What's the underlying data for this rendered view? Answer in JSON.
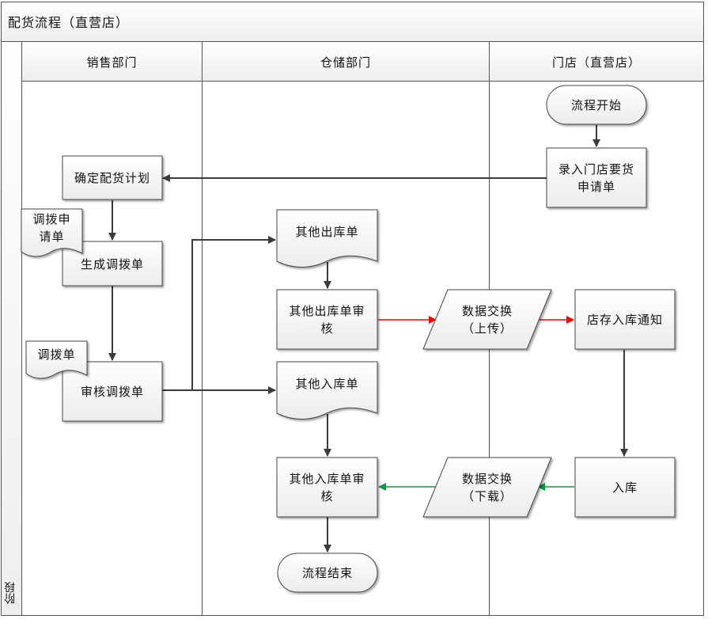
{
  "diagram_title": "配货流程（直营店）",
  "phase_label": "阶段",
  "lanes": [
    "销售部门",
    "仓储部门",
    "门店（直营店）"
  ],
  "nodes": {
    "start": "流程开始",
    "entry_request": "录入门店要货\n申请单",
    "confirm_plan": "确定配货计划",
    "transfer_request_doc": "调拨申\n请单",
    "generate_transfer": "生成调拨单",
    "transfer_doc": "调拨单",
    "audit_transfer": "审核调拨单",
    "other_outbound": "其他出库单",
    "other_outbound_audit": "其他出库单审\n核",
    "data_exchange_up": "数据交换\n（上传）",
    "store_inbound_notice": "店存入库通知",
    "other_inbound": "其他入库单",
    "inbound": "入库",
    "data_exchange_down": "数据交换\n（下载）",
    "other_inbound_audit": "其他入库单审\n核",
    "end": "流程结束"
  },
  "colors": {
    "upload_arrow": "#ff0000",
    "download_arrow": "#00a040",
    "normal_arrow": "#3c3c3c"
  }
}
